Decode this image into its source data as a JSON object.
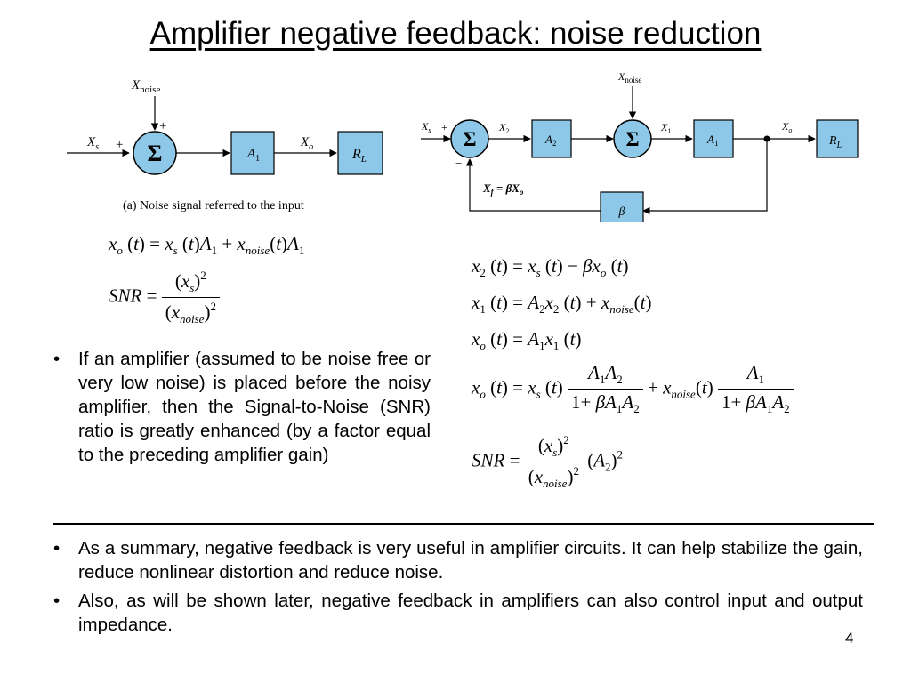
{
  "title": "Amplifier negative feedback: noise reduction",
  "diagram_a": {
    "x_noise": "X",
    "x_noise_sub": "noise",
    "plus_top": "+",
    "plus_left": "+",
    "x_s": "X",
    "x_s_sub": "s",
    "sigma": "Σ",
    "a1": "A",
    "a1_sub": "1",
    "x_o": "X",
    "x_o_sub": "o",
    "rl": "R",
    "rl_sub": "L",
    "caption": "(a) Noise signal referred to the input"
  },
  "diagram_b": {
    "x_s": "X",
    "x_s_sub": "s",
    "plus": "+",
    "minus": "−",
    "sigma1": "Σ",
    "x2": "X",
    "x2_sub": "2",
    "a2": "A",
    "a2_sub": "2",
    "x_noise": "X",
    "x_noise_sub": "noise",
    "sigma2": "Σ",
    "x1": "X",
    "x1_sub": "1",
    "a1": "A",
    "a1_sub": "1",
    "x_o": "X",
    "x_o_sub": "o",
    "rl": "R",
    "rl_sub": "L",
    "beta": "β",
    "xf_label": "X",
    "xf_sub": "f",
    "xf_eq": " = βX",
    "xf_eq_sub": "o"
  },
  "bullet_left": "If an amplifier  (assumed to be noise free or very low noise) is placed before the noisy amplifier, then the Signal-to-Noise (SNR) ratio is greatly enhanced (by a factor equal to the preceding amplifier gain)",
  "bullets_bottom": [
    "As a summary, negative feedback is very useful in amplifier circuits. It can help stabilize the gain, reduce nonlinear distortion and reduce noise.",
    "Also, as will be shown later, negative feedback in amplifiers can also control input and output impedance."
  ],
  "page_number": "4"
}
